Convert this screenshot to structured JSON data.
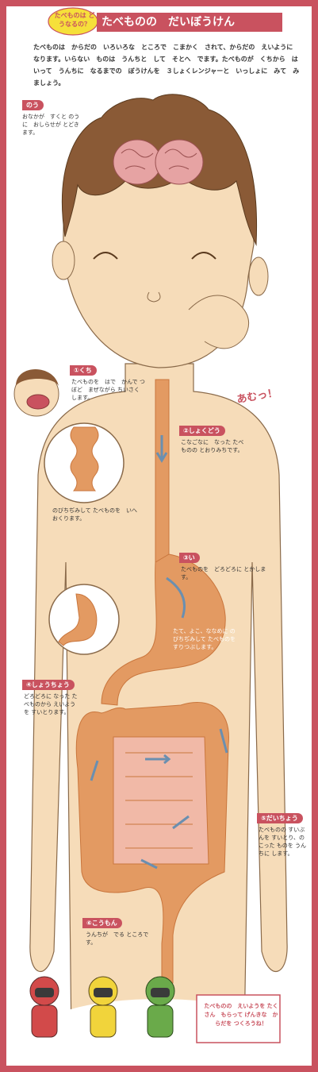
{
  "header": {
    "badge": "たべものは どうなるの？",
    "title": "たべものの　だいぼうけん"
  },
  "intro": "たべものは　からだの　いろいろな　ところで　こまかく　されて、からだの　えいように　なります。いらない　ものは　うんちと　して　そとへ　でます。たべものが　くちから　はいって　うんちに　なるまでの　ぼうけんを　３しょくレンジャーと　いっしょに　みて　みましょう。",
  "sound_effect": "あむっ！",
  "organs": {
    "brain": {
      "label": "のう",
      "text": "おなかが　すくと のうに　おしらせが とどきます。"
    },
    "mouth": {
      "label": "①くち",
      "text": "たべものを　はで　かんで つぼど　まぜながら ちいさく　します。"
    },
    "esophagus": {
      "label": "②しょくどう",
      "text": "こなごなに　なった たべものの とおりみちです。"
    },
    "esophagus_zoom": {
      "text": "のびちぢみして たべものを　いへ　おくります。"
    },
    "stomach": {
      "label": "③い",
      "text": "たべものを　どろどろに とかします。"
    },
    "stomach_motion": {
      "text": "たて、よこ、ななめに のびちぢみして たべものを すりつぶします。"
    },
    "small_intestine": {
      "label": "④しょうちょう",
      "text": "どろどろに なった たべものから えいようを すいとります。"
    },
    "large_intestine": {
      "label": "⑤だいちょう",
      "text": "たべものの すいぶんを すいとり、のこった ものを うんちに します。"
    },
    "anus": {
      "label": "⑥こうもん",
      "text": "うんちが　でる ところです。"
    }
  },
  "closing_speech": "たべものの　えいようを たくさん　もらって げんきな　からだを つくろうね！",
  "colors": {
    "frame": "#c9525f",
    "skin": "#f6dcb9",
    "outline": "#8a6a4a",
    "hair": "#8a5a36",
    "organ": "#e39a62",
    "organ_dark": "#c9763d",
    "small_intestine": "#f1b9a7",
    "brain": "#e6a3a3",
    "arrow": "#6a8fb0",
    "ranger_red": "#d24a4a",
    "ranger_yellow": "#f1d43b",
    "ranger_green": "#6aaa4a"
  }
}
